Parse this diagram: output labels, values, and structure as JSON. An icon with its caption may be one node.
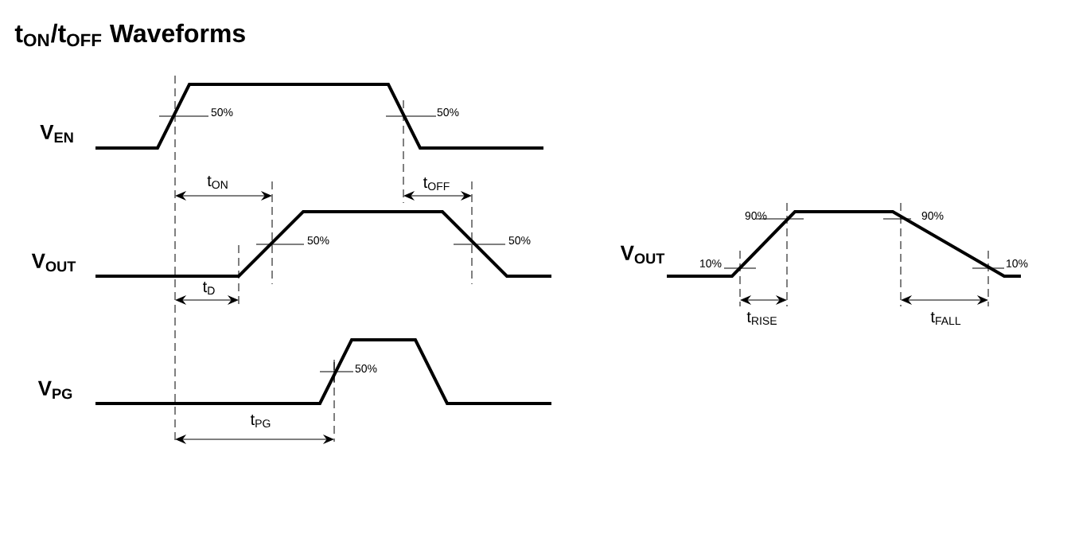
{
  "diagram": {
    "title": "t$_{ON}$/t$_{OFF}$ Waveforms",
    "labels": [
      "V$_{EN}$",
      "50%",
      "50%",
      "t$_{ON}$",
      "t$_{OFF}$",
      "V$_{OUT}$",
      "50%",
      "50%",
      "t$_{D}$",
      "V$_{PG}$",
      "50%",
      "t$_{PG}$",
      "V$_{OUT}$",
      "90%",
      "90%",
      "10%",
      "10%",
      "t$_{RISE}$",
      "t$_{FALL}$"
    ]
  }
}
